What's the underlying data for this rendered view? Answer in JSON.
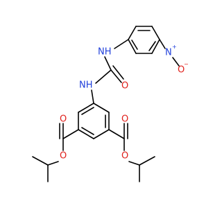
{
  "molecule": {
    "atoms": {
      "nh_top": "NH",
      "nh_mid": "NH",
      "o_urea": "O",
      "o_ester_left_carbonyl": "O",
      "o_ester_left_ether": "O",
      "o_ester_right_carbonyl": "O",
      "o_ester_right_ether": "O",
      "nitro_n": "N",
      "nitro_n_charge": "+",
      "nitro_o": "O",
      "nitro_o_charge": "−"
    },
    "colors": {
      "bond": "#000000",
      "nitrogen": "#1f3fdb",
      "oxygen": "#e0201b"
    }
  }
}
